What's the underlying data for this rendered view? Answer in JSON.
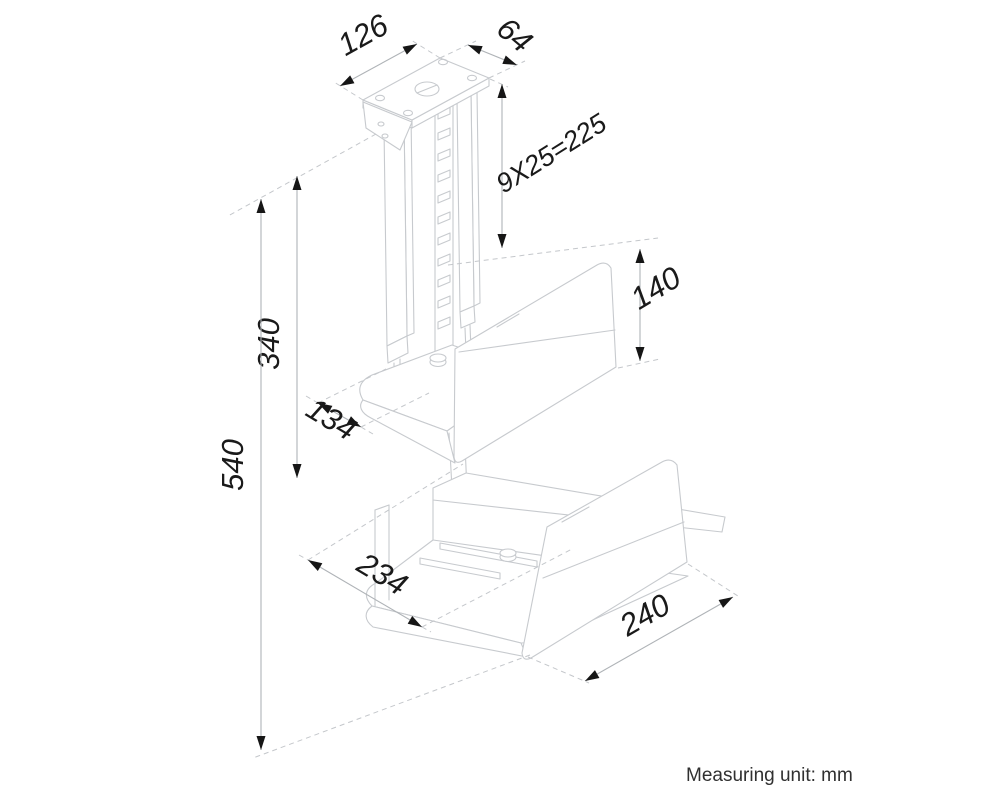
{
  "drawing": {
    "dimensions": {
      "plate_width": "126",
      "plate_depth": "64",
      "slot_spacing": "9X25=225",
      "column_travel": "340",
      "overall_height": "540",
      "upper_tray_depth": "134",
      "upper_panel_height": "140",
      "lower_tray_depth": "234",
      "lower_panel_width": "240"
    },
    "footer": {
      "measuring_unit": "Measuring unit: mm"
    },
    "colors": {
      "background": "#ffffff",
      "object_line": "#c7cace",
      "dimension_line": "#afb3b7",
      "arrow": "#161616",
      "label_text": "#1a1a1a",
      "footer_text": "#303030"
    }
  }
}
